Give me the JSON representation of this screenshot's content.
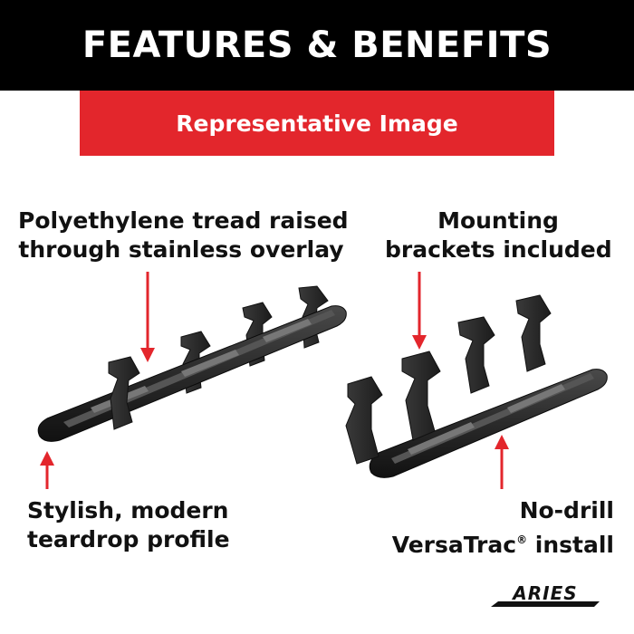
{
  "header": {
    "title": "FEATURES & BENEFITS"
  },
  "banner": {
    "text": "Representative Image"
  },
  "callouts": {
    "tread": {
      "line1": "Polyethylene tread raised",
      "line2": "through stainless overlay"
    },
    "brackets": {
      "line1": "Mounting",
      "line2": "brackets included"
    },
    "profile": {
      "line1": "Stylish, modern",
      "line2": "teardrop profile"
    },
    "install": {
      "line1": "No-drill",
      "line2_main": "VersaTrac",
      "line2_reg": "®",
      "line2_tail": " install"
    }
  },
  "logo": {
    "text": "ARIES"
  },
  "colors": {
    "header_bg": "#000000",
    "banner_red": "#e3262c",
    "arrow_red": "#e3262c",
    "product_black": "#2a2a2a"
  },
  "icons": {
    "product": "running-board-icon",
    "arrow": "arrow-icon"
  }
}
